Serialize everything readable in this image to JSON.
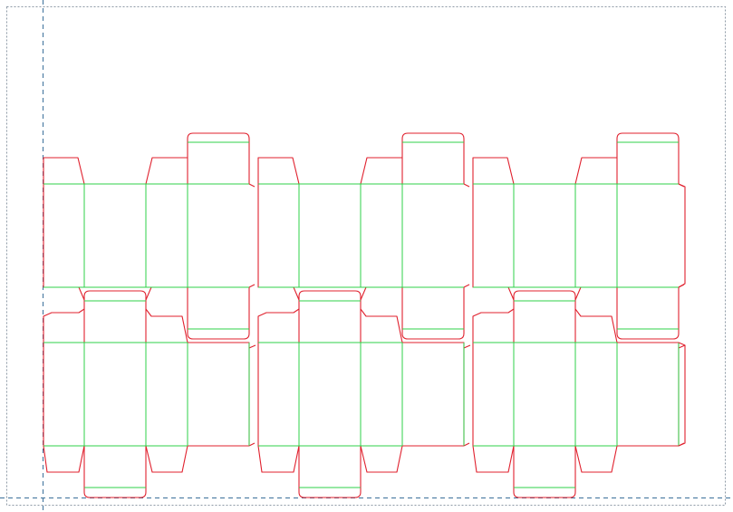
{
  "document": {
    "type": "dieline-layout",
    "layout": {
      "rows": 2,
      "columns": 3,
      "total_dielines": 6
    }
  },
  "colors": {
    "cut_line": "#e0212e",
    "fold_line": "#2fd14a",
    "guide_line": "#3a6f9a",
    "page_edge": "#8e9aa6",
    "background": "#ffffff"
  },
  "dieline": {
    "panels": [
      "glue-flap",
      "side-panel",
      "front-panel",
      "side-panel",
      "back-panel"
    ],
    "flaps": [
      "dust-flap",
      "tuck-flap",
      "closure-flap"
    ]
  }
}
